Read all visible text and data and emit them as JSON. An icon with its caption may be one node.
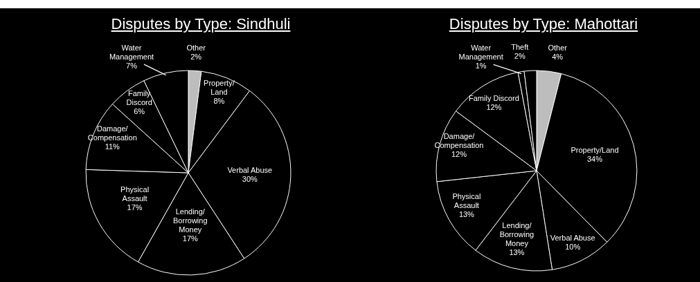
{
  "diagram": {
    "chart_data": [
      {
        "type": "pie",
        "title": "Disputes by Type: Sindhuli",
        "categories": [
          "Other",
          "Property/ Land",
          "Verbal Abuse",
          "Lending/ Borrowing Money",
          "Physical Assault",
          "Damage/ Compensation",
          "Family Discord",
          "Water Management"
        ],
        "series": [
          {
            "values": [
              2,
              8,
              30,
              17,
              17,
              11,
              6,
              7
            ]
          }
        ],
        "data_labels": "value_labels",
        "value_labels": [
          "2%",
          "8%",
          "30%",
          "17%",
          "17%",
          "11%",
          "6%",
          "7%"
        ]
      },
      {
        "type": "pie",
        "title": "Disputes by Type: Mahottari",
        "categories": [
          "Other",
          "Property/Land",
          "Verbal Abuse",
          "Lending/ Borrowing Money",
          "Physical Assault",
          "Damage/ Compensation",
          "Family Discord",
          "Water Management",
          "Theft"
        ],
        "series": [
          {
            "values": [
              4,
              34,
              10,
              13,
              13,
              12,
              12,
              1,
              2
            ]
          }
        ],
        "data_labels": "value_labels",
        "value_labels": [
          "4%",
          "34%",
          "10%",
          "13%",
          "13%",
          "12%",
          "12%",
          "1%",
          "2%"
        ]
      }
    ]
  }
}
